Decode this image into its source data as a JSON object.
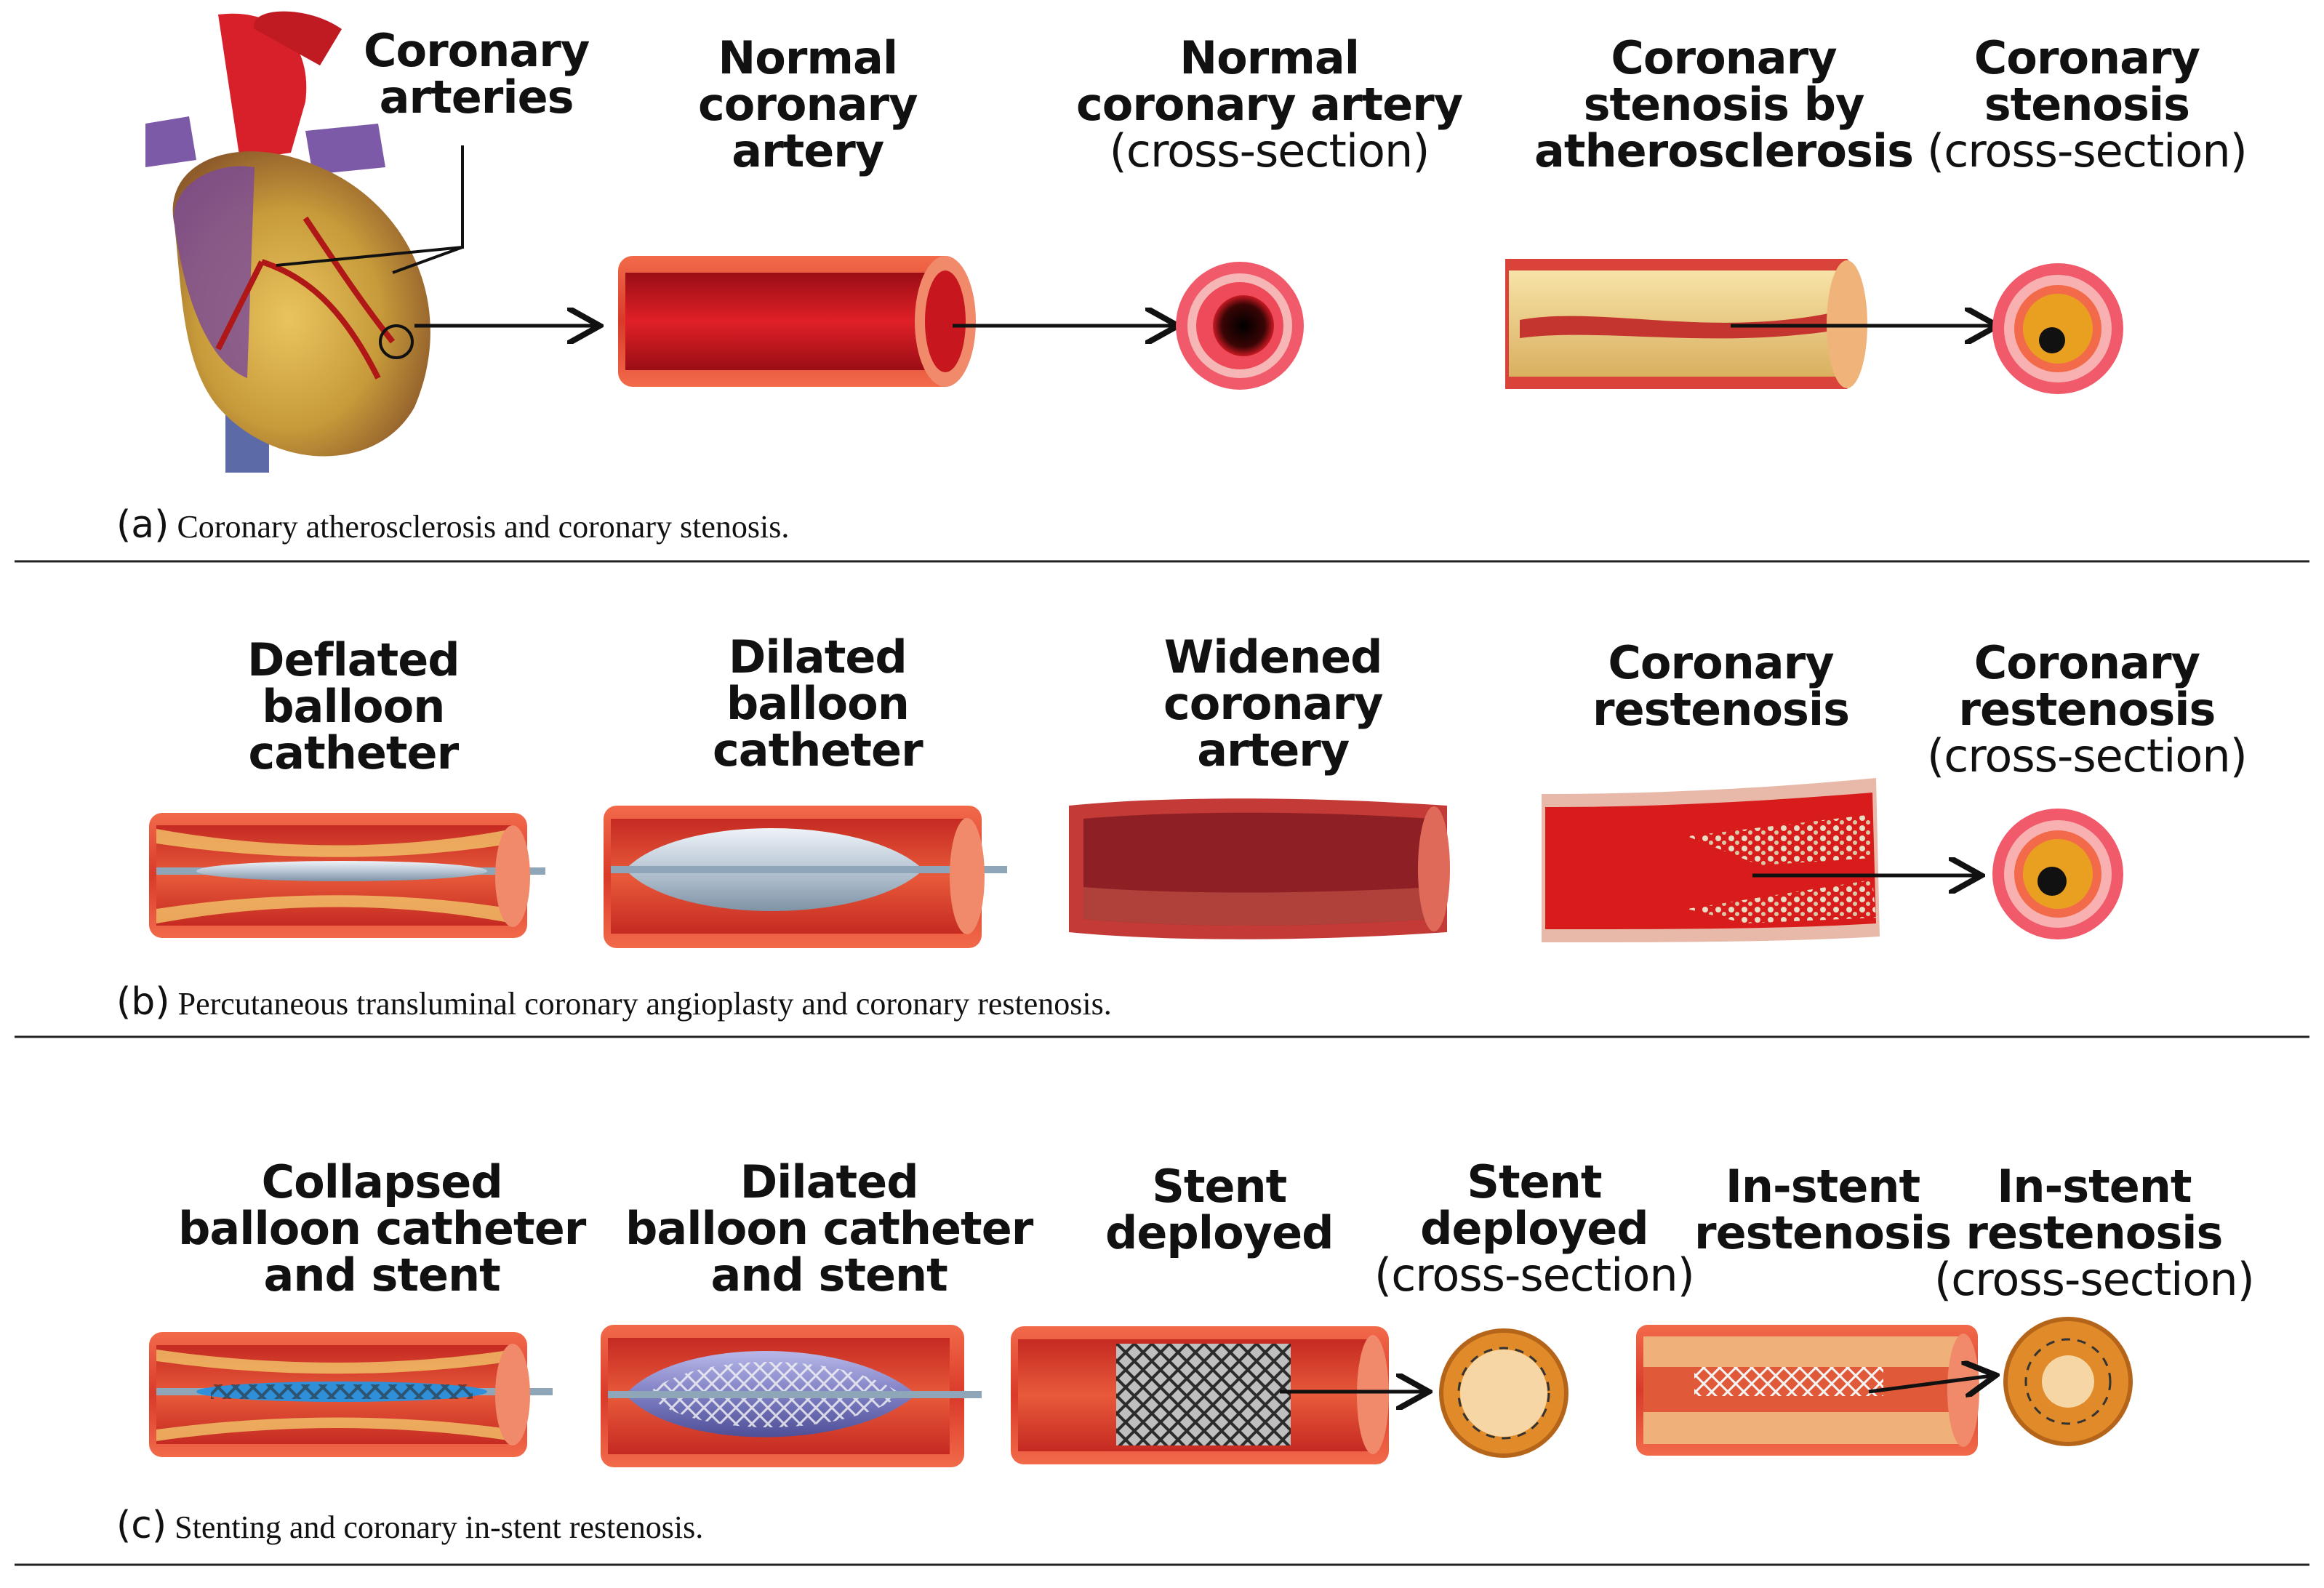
{
  "panel_a": {
    "caption_letter": "(a)",
    "caption": "Coronary atherosclerosis and coronary stenosis.",
    "labels": {
      "coronary_arteries": [
        "Coronary",
        "arteries"
      ],
      "normal_artery": [
        "Normal",
        "coronary",
        "artery"
      ],
      "normal_cross": [
        "Normal",
        "coronary artery",
        "(cross-section)"
      ],
      "stenosis": [
        "Coronary",
        "stenosis by",
        "atherosclerosis"
      ],
      "stenosis_cross": [
        "Coronary",
        "stenosis",
        "(cross-section)"
      ]
    }
  },
  "panel_b": {
    "caption_letter": "(b)",
    "caption": "Percutaneous transluminal coronary angioplasty and coronary restenosis.",
    "labels": {
      "deflated": [
        "Deflated",
        "balloon",
        "catheter"
      ],
      "dilated": [
        "Dilated",
        "balloon",
        "catheter"
      ],
      "widened": [
        "Widened",
        "coronary",
        "artery"
      ],
      "restenosis": [
        "Coronary",
        "restenosis"
      ],
      "restenosis_cross": [
        "Coronary",
        "restenosis",
        "(cross-section)"
      ]
    }
  },
  "panel_c": {
    "caption_letter": "(c)",
    "caption": "Stenting and coronary in-stent restenosis.",
    "labels": {
      "collapsed": [
        "Collapsed",
        "balloon catheter",
        "and stent"
      ],
      "dilated_stent": [
        "Dilated",
        "balloon catheter",
        "and stent"
      ],
      "deployed": [
        "Stent",
        "deployed"
      ],
      "deployed_cross": [
        "Stent",
        "deployed",
        "(cross-section)"
      ],
      "instent": [
        "In-stent",
        "restenosis"
      ],
      "instent_cross": [
        "In-stent",
        "restenosis",
        "(cross-section)"
      ]
    }
  },
  "colors": {
    "vessel_wall": "#e8483a",
    "lumen": "#c8161e",
    "plaque": "#f2d58a",
    "cross_outer": "#f05a6a",
    "stent_cross": "#e08a2a"
  }
}
